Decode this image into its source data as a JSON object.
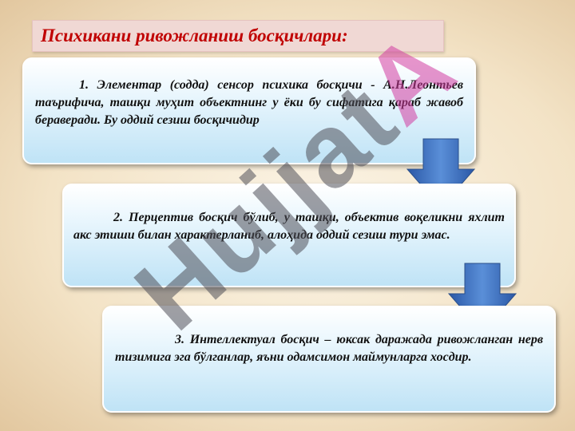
{
  "slide": {
    "title": "Психикани ривожланиш босқичлари:",
    "stages": [
      {
        "text": "1. Элементар (содда) сенсор психика босқичи - А.Н.Леонтьев таърифича, ташқи муҳит объектнинг у ёки бу сифатига қараб жавоб бераверади. Бу оддий сезиш босқичидир"
      },
      {
        "text": "2. Перцептив  босқич бўлиб, у ташқи, объектив воқеликни яхлит    акс этиши билан характерланиб, алоҳида оддий сезиш тури эмас."
      },
      {
        "text": "3. Интеллектуал босқич – юксак даражада ривожланган нерв тизимига эга бўлганлар, яъни одамсимон маймунларга хосдир."
      }
    ],
    "watermark": {
      "main": "Hujjat",
      "tail": "A"
    },
    "colors": {
      "title": "#c00000",
      "arrow": "#3a6fbf",
      "card_bottom": "#bfe3f6"
    }
  }
}
